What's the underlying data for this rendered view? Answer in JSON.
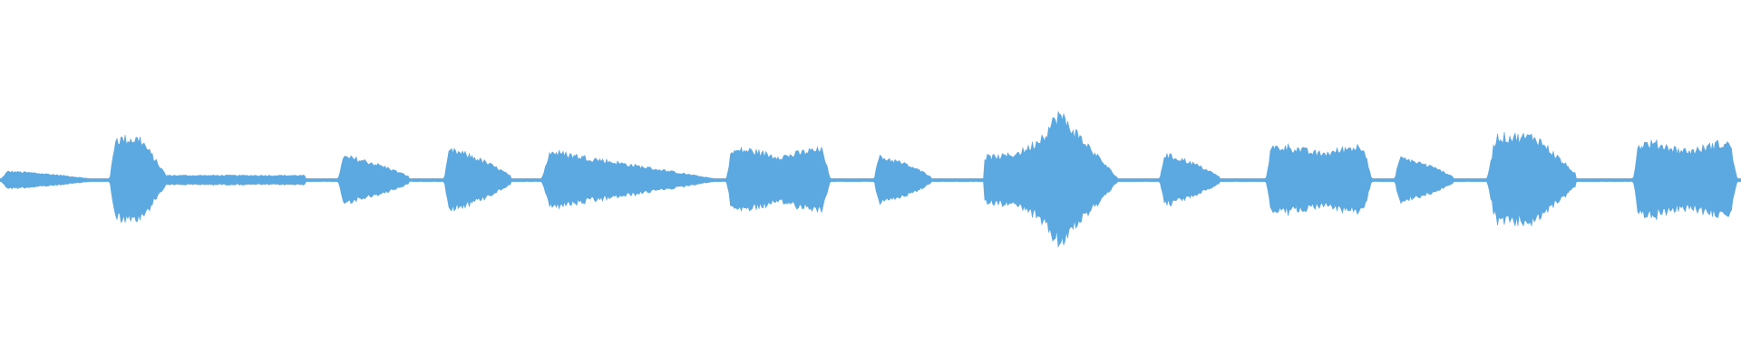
{
  "waveform": {
    "color": "#5ca8e0",
    "background": "#ffffff",
    "orientation": "horizontal",
    "description_hidden": "",
    "segments": [
      {
        "start": 0.0,
        "end": 0.052,
        "amplitude": 0.13,
        "shape": "decay"
      },
      {
        "start": 0.063,
        "end": 0.095,
        "amplitude": 0.62,
        "shape": "burst"
      },
      {
        "start": 0.095,
        "end": 0.175,
        "amplitude": 0.07,
        "shape": "flat"
      },
      {
        "start": 0.194,
        "end": 0.235,
        "amplitude": 0.35,
        "shape": "decay"
      },
      {
        "start": 0.255,
        "end": 0.293,
        "amplitude": 0.45,
        "shape": "decay"
      },
      {
        "start": 0.311,
        "end": 0.41,
        "amplitude": 0.45,
        "shape": "longdecay"
      },
      {
        "start": 0.417,
        "end": 0.477,
        "amplitude": 0.45,
        "shape": "block"
      },
      {
        "start": 0.502,
        "end": 0.535,
        "amplitude": 0.35,
        "shape": "decay"
      },
      {
        "start": 0.565,
        "end": 0.643,
        "amplitude": 1.0,
        "shape": "peak"
      },
      {
        "start": 0.666,
        "end": 0.7,
        "amplitude": 0.38,
        "shape": "decay"
      },
      {
        "start": 0.727,
        "end": 0.788,
        "amplitude": 0.5,
        "shape": "block"
      },
      {
        "start": 0.801,
        "end": 0.835,
        "amplitude": 0.33,
        "shape": "decay"
      },
      {
        "start": 0.854,
        "end": 0.905,
        "amplitude": 0.65,
        "shape": "burst"
      },
      {
        "start": 0.938,
        "end": 0.998,
        "amplitude": 0.55,
        "shape": "block"
      }
    ],
    "baseline_amplitude": 0.02
  }
}
